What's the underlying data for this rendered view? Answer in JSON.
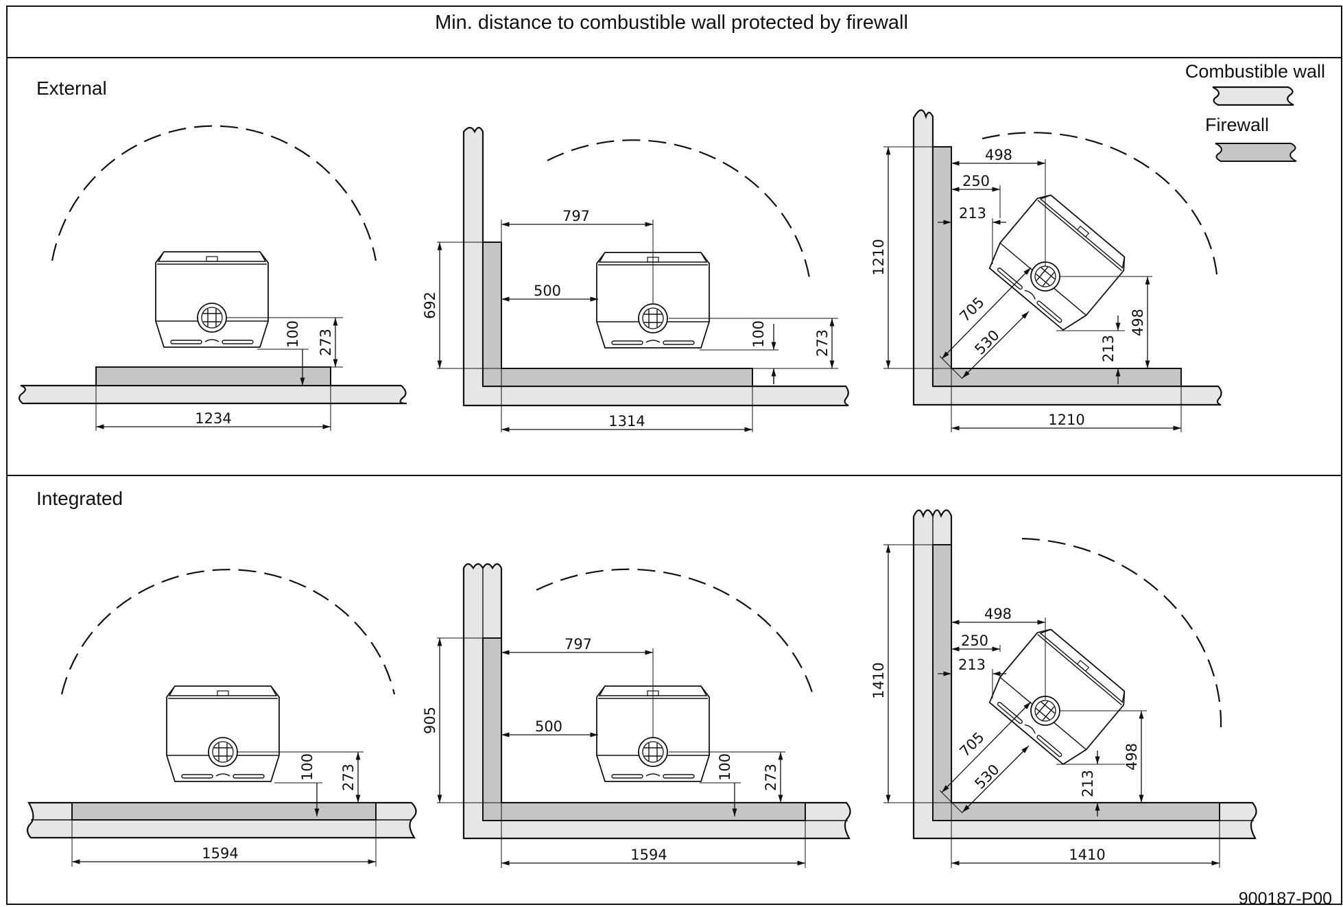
{
  "title": "Min. distance to combustible wall protected by firewall",
  "sections": {
    "external": "External",
    "integrated": "Integrated"
  },
  "legend": {
    "combustible_wall": "Combustible wall",
    "firewall": "Firewall"
  },
  "drawing_code": "900187-P00",
  "colors": {
    "combustible_wall_fill": "#e6e6e6",
    "firewall_fill": "#c5c5c5",
    "line": "#111111"
  },
  "dimensions": {
    "ext_straight": {
      "d_100": "100",
      "d_273": "273",
      "width": "1234"
    },
    "ext_corner": {
      "height": "692",
      "d_797": "797",
      "d_500": "500",
      "d_100": "100",
      "d_273": "273",
      "width": "1314"
    },
    "ext_diag": {
      "d_498_top": "498",
      "d_250": "250",
      "d_213_top": "213",
      "height": "1210",
      "d_705": "705",
      "d_530": "530",
      "d_213_bottom": "213",
      "d_498_right": "498",
      "width": "1210"
    },
    "int_straight": {
      "d_100": "100",
      "d_273": "273",
      "width": "1594"
    },
    "int_corner": {
      "height": "905",
      "d_797": "797",
      "d_500": "500",
      "d_100": "100",
      "d_273": "273",
      "width": "1594"
    },
    "int_diag": {
      "d_498_top": "498",
      "d_250": "250",
      "d_213_top": "213",
      "height": "1410",
      "d_705": "705",
      "d_530": "530",
      "d_213_bottom": "213",
      "d_498_right": "498",
      "width": "1410"
    }
  }
}
